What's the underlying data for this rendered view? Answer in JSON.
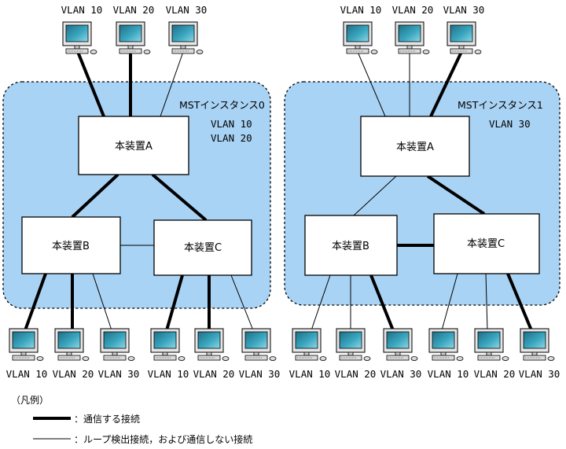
{
  "vlan_labels": {
    "v10": "VLAN 10",
    "v20": "VLAN 20",
    "v30": "VLAN 30"
  },
  "instance0": {
    "title": "MSTインスタンス0",
    "vlans": [
      "VLAN 10",
      "VLAN 20"
    ],
    "device_a": "本装置A",
    "device_b": "本装置B",
    "device_c": "本装置C"
  },
  "instance1": {
    "title": "MSTインスタンス1",
    "vlans": [
      "VLAN 30"
    ],
    "device_a": "本装置A",
    "device_b": "本装置B",
    "device_c": "本装置C"
  },
  "legend": {
    "title": "（凡例）",
    "thick": "：通信する接続",
    "thin": "：ループ検出接続，および通信しない接続"
  },
  "colors": {
    "region_fill": "#a9d3f5",
    "screen": "#2a8aa0",
    "line": "#000000"
  }
}
